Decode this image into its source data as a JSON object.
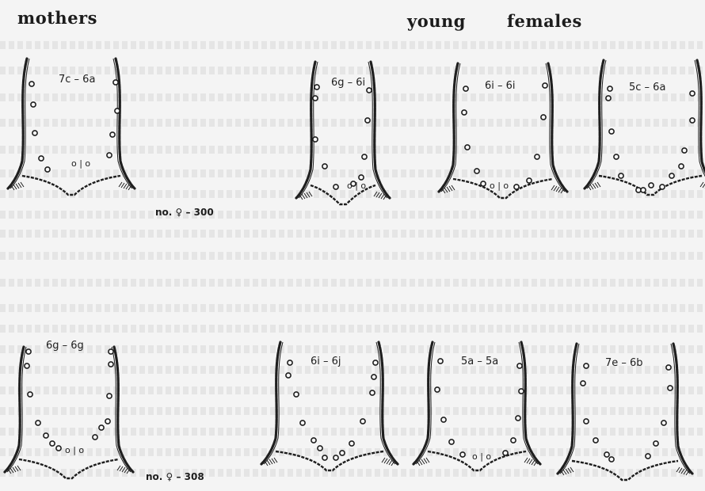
{
  "headings": {
    "mothers": "mothers",
    "young": "young",
    "females": "females"
  },
  "panels": [
    {
      "formula": "7c – 6a",
      "nipples": "o | o",
      "caption": "no. ♀ – 300"
    },
    {
      "formula": "6g – 6i",
      "nipples": "o | o",
      "caption": ""
    },
    {
      "formula": "6i – 6i",
      "nipples": "o | o",
      "caption": ""
    },
    {
      "formula": "5c – 6a",
      "nipples": "",
      "caption": ""
    },
    {
      "formula": "6g – 6g",
      "nipples": "o | o",
      "caption": "no. ♀ – 308"
    },
    {
      "formula": "6i – 6j",
      "nipples": "",
      "caption": ""
    },
    {
      "formula": "5a – 5a",
      "nipples": "o | o",
      "caption": ""
    },
    {
      "formula": "7e – 6b",
      "nipples": "",
      "caption": ""
    }
  ],
  "colors": {
    "ink": "#1e1e1e",
    "paper": "#f4f4f4"
  }
}
